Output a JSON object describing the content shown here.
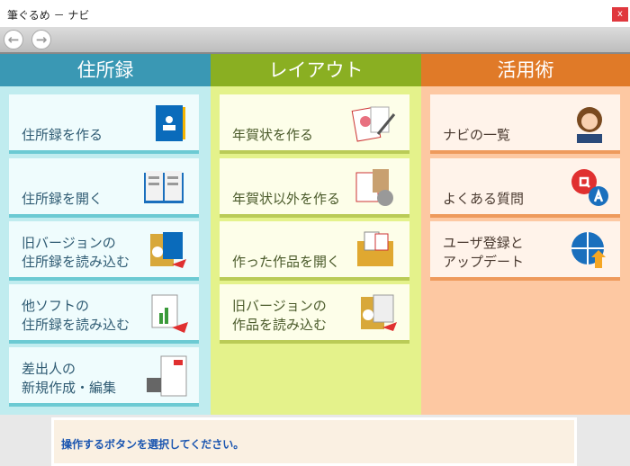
{
  "window": {
    "title": "筆ぐるめ － ナビ",
    "close": "x"
  },
  "toolbar": {
    "back": "←",
    "forward": "→"
  },
  "columns": [
    {
      "header": "住所録",
      "color": "#3a98b4",
      "items": [
        "住所録を作る",
        "住所録を開く",
        "旧バージョンの\n住所録を読み込む",
        "他ソフトの\n住所録を読み込む",
        "差出人の\n新規作成・編集"
      ]
    },
    {
      "header": "レイアウト",
      "color": "#8aaf22",
      "items": [
        "年賀状を作る",
        "年賀状以外を作る",
        "作った作品を開く",
        "旧バージョンの\n作品を読み込む"
      ]
    },
    {
      "header": "活用術",
      "color": "#e07a28",
      "items": [
        "ナビの一覧",
        "よくある質問",
        "ユーザ登録と\nアップデート"
      ]
    }
  ],
  "status": {
    "message": "操作するボタンを選択してください。"
  }
}
